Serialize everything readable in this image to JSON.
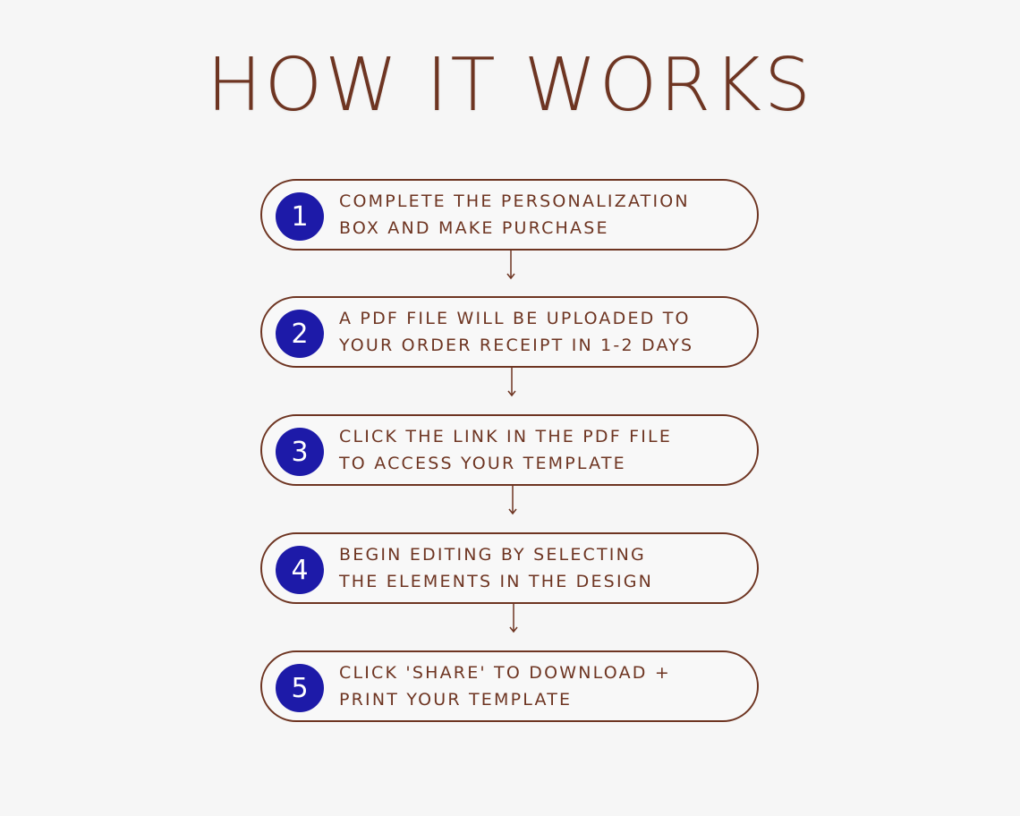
{
  "title": "HOW IT WORKS",
  "steps": [
    {
      "number": "1",
      "lines": [
        "COMPLETE THE PERSONALIZATION",
        "BOX AND MAKE PURCHASE"
      ]
    },
    {
      "number": "2",
      "lines": [
        "A PDF FILE WILL BE UPLOADED TO",
        "YOUR ORDER RECEIPT IN 1-2 DAYS"
      ]
    },
    {
      "number": "3",
      "lines": [
        "CLICK THE LINK IN THE PDF FILE",
        "TO ACCESS YOUR TEMPLATE"
      ]
    },
    {
      "number": "4",
      "lines": [
        "BEGIN EDITING BY SELECTING",
        "THE ELEMENTS IN THE DESIGN"
      ]
    },
    {
      "number": "5",
      "lines": [
        "CLICK 'SHARE' TO DOWNLOAD +",
        "PRINT YOUR TEMPLATE"
      ]
    }
  ],
  "colors": {
    "background": "#f6f6f6",
    "brown": "#6e3522",
    "badge": "#1d1aa8"
  }
}
